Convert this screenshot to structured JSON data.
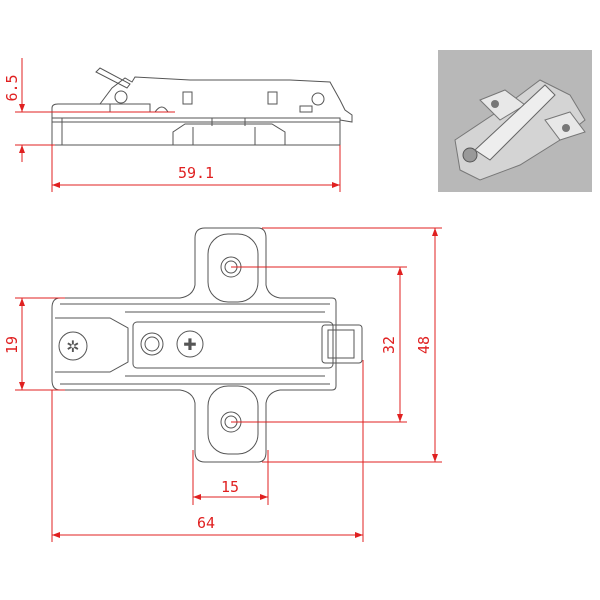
{
  "title": "Hinge mounting plate technical drawing",
  "colors": {
    "dimension": "#e02020",
    "outline": "#555555",
    "photo_bg": "#b8b8b8"
  },
  "dimensions": {
    "side_height": "6.5",
    "side_length": "59.1",
    "plate_width": "19",
    "hole_spacing": "32",
    "total_height": "48",
    "wing_width": "15",
    "total_length": "64"
  }
}
